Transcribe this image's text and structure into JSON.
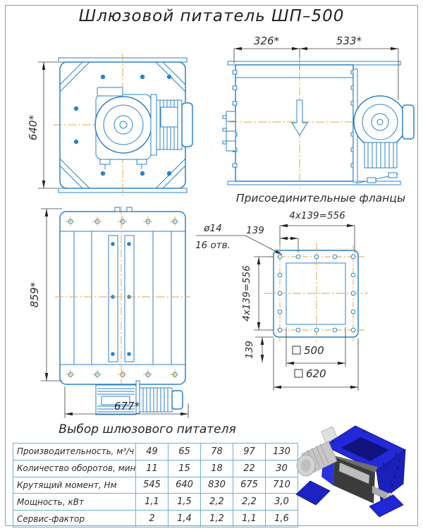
{
  "title": "Шлюзовой питатель ШП–500",
  "drawing": {
    "plan": {
      "dim_height": "640*"
    },
    "side": {
      "dim_left": "326*",
      "dim_right": "533*"
    },
    "front": {
      "dim_height": "859*",
      "dim_width": "677*"
    },
    "flanges": {
      "title": "Присоединительные фланцы",
      "dim_pitch_h": "4x139=556",
      "dim_pitch_v": "4x139=556",
      "dim_step_h": "139",
      "dim_step_v": "139",
      "hole_dia": "ø14",
      "hole_count": "16 отв.",
      "dim_square_inner": "500",
      "dim_square_outer": "620"
    }
  },
  "selection_table": {
    "title": "Выбор шлюзового питателя",
    "rows": [
      {
        "label": "Производительность, м³/ч",
        "values": [
          "49",
          "65",
          "78",
          "97",
          "130"
        ]
      },
      {
        "label": "Количество оборотов, мин",
        "values": [
          "11",
          "15",
          "18",
          "22",
          "30"
        ]
      },
      {
        "label": "Крутящий момент, Нм",
        "values": [
          "545",
          "640",
          "830",
          "675",
          "710"
        ]
      },
      {
        "label": "Мощность, кВт",
        "values": [
          "1,1",
          "1,5",
          "2,2",
          "2,2",
          "3,0"
        ]
      },
      {
        "label": "Сервис-фактор",
        "values": [
          "2",
          "1,4",
          "1,2",
          "1,1",
          "1,6"
        ]
      }
    ]
  },
  "colors": {
    "drawing_line": "#2b82c9",
    "centerline": "#d9a441",
    "dimension_line": "#3c3c3c",
    "table_border": "#6fb3cf",
    "render_blue": "#2126d6"
  }
}
